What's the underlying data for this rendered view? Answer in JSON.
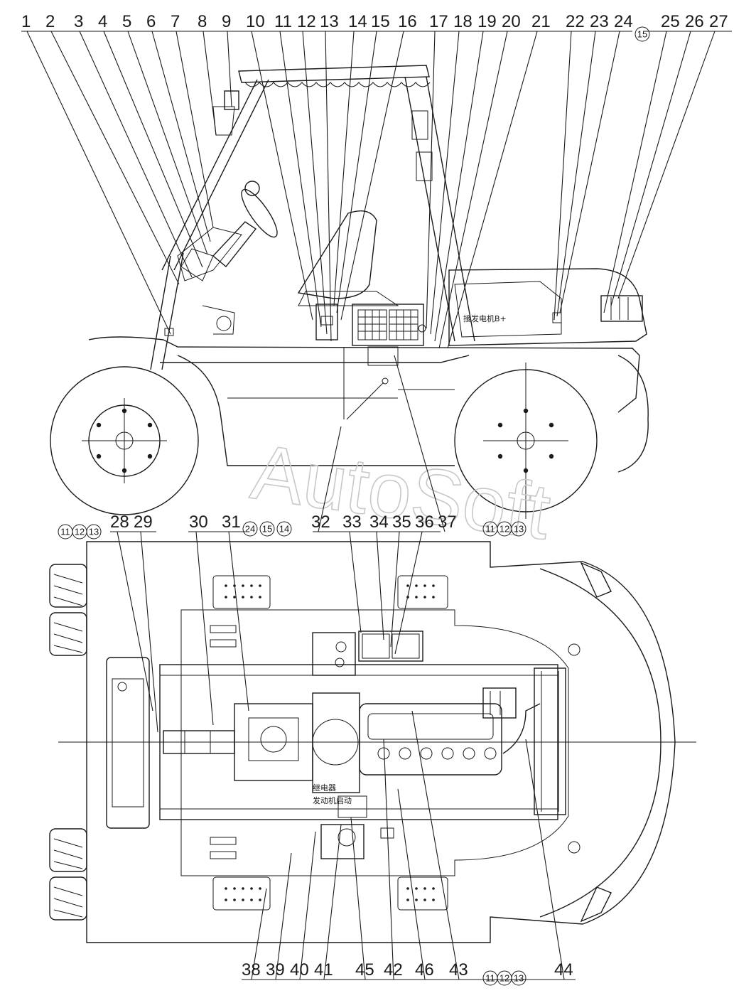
{
  "watermark": "AutoSoft",
  "top_labels": [
    "1",
    "2",
    "3",
    "4",
    "5",
    "6",
    "7",
    "8",
    "9",
    "10",
    "11",
    "12",
    "13",
    "14",
    "15",
    "16",
    "17",
    "18",
    "19",
    "20",
    "21",
    "22",
    "23",
    "24",
    "25",
    "26",
    "27"
  ],
  "top_circled": [
    "15"
  ],
  "mid_labels": [
    "28",
    "29",
    "30",
    "31",
    "32",
    "33",
    "34",
    "35",
    "36",
    "37"
  ],
  "mid_circled_left": [
    "11",
    "12",
    "13"
  ],
  "mid_circled_center": [
    "24",
    "15",
    "14"
  ],
  "mid_circled_right": [
    "11",
    "12",
    "13"
  ],
  "bottom_labels": [
    "38",
    "39",
    "40",
    "41",
    "45",
    "42",
    "46",
    "43",
    "44"
  ],
  "bottom_circled": [
    "11",
    "12",
    "13"
  ],
  "side_note": "接发电机B+",
  "top_note_1": "继电器",
  "top_note_2": "发动机启动"
}
